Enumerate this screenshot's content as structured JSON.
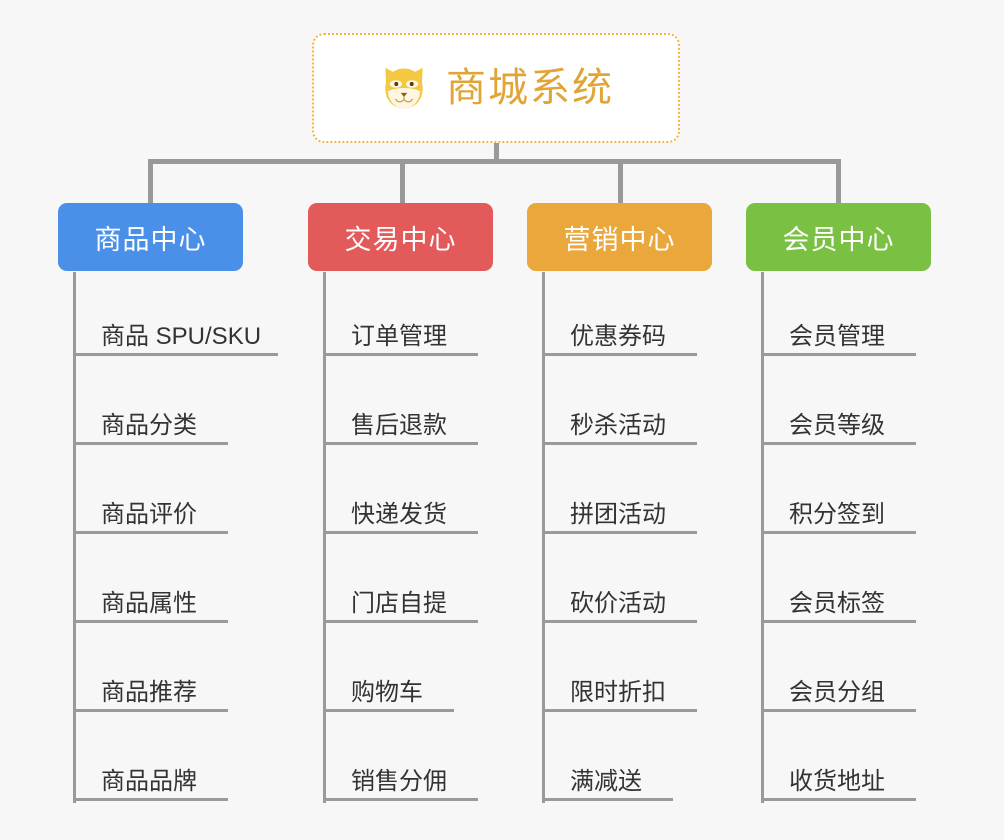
{
  "page": {
    "background_color": "#f7f7f7",
    "type": "mindmap"
  },
  "root": {
    "title": "商城系统",
    "icon": "shiba-dog-face-emoji",
    "text_color": "#e0a437",
    "border_color": "#f0b740",
    "background_color": "#ffffff"
  },
  "branches": [
    {
      "label": "商品中心",
      "color": "#4a90e8",
      "items": [
        "商品 SPU/SKU",
        "商品分类",
        "商品评价",
        "商品属性",
        "商品推荐",
        "商品品牌"
      ]
    },
    {
      "label": "交易中心",
      "color": "#e25a5a",
      "items": [
        "订单管理",
        "售后退款",
        "快递发货",
        "门店自提",
        "购物车",
        "销售分佣"
      ]
    },
    {
      "label": "营销中心",
      "color": "#eaa73c",
      "items": [
        "优惠券码",
        "秒杀活动",
        "拼团活动",
        "砍价活动",
        "限时折扣",
        "满减送"
      ]
    },
    {
      "label": "会员中心",
      "color": "#7ac143",
      "items": [
        "会员管理",
        "会员等级",
        "积分签到",
        "会员标签",
        "会员分组",
        "收货地址"
      ]
    }
  ],
  "connector": {
    "color": "#999999"
  }
}
